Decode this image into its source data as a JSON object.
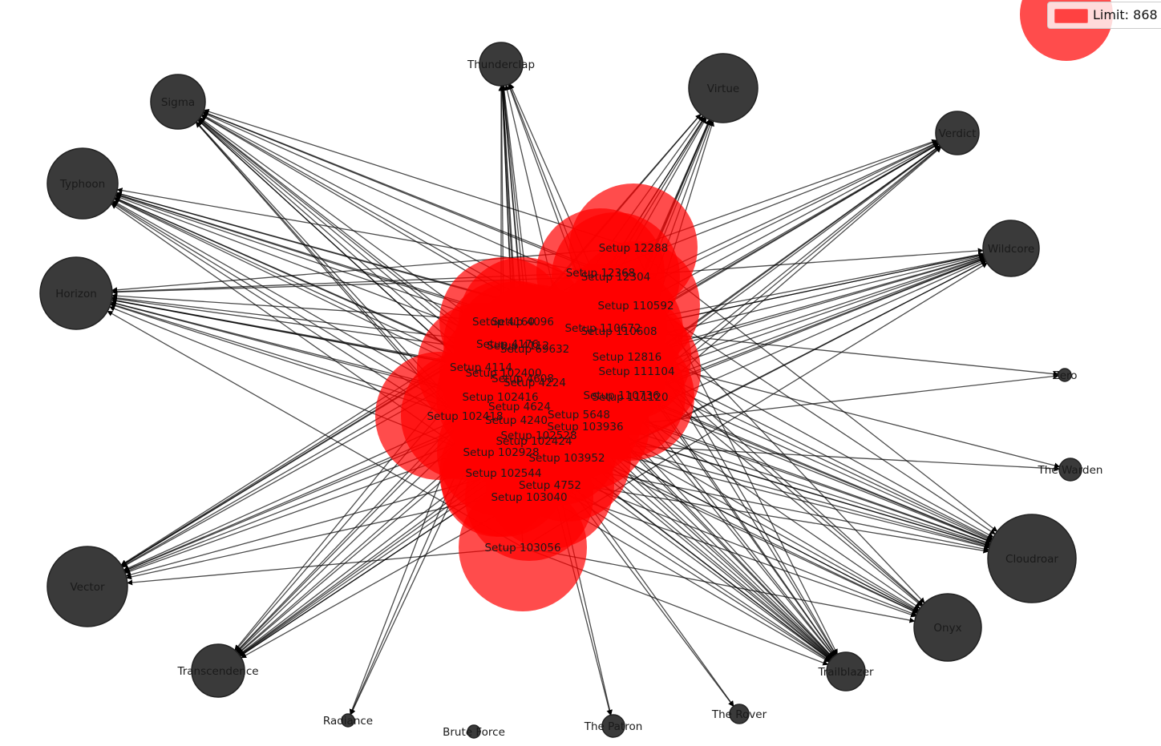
{
  "diagram": {
    "type": "directed-network",
    "colors": {
      "setup_node": "#ff0000",
      "target_node": "#3a3a3a",
      "edge": "#000000",
      "legend_swatch": "#ff0000"
    },
    "legend": {
      "label": "Limit: 868"
    },
    "targets": [
      {
        "id": "thunderclap",
        "label": "Thunderclap"
      },
      {
        "id": "virtue",
        "label": "Virtue"
      },
      {
        "id": "sigma",
        "label": "Sigma"
      },
      {
        "id": "verdict",
        "label": "Verdict"
      },
      {
        "id": "typhoon",
        "label": "Typhoon"
      },
      {
        "id": "wildcore",
        "label": "Wildcore"
      },
      {
        "id": "horizon",
        "label": "Horizon"
      },
      {
        "id": "zero",
        "label": "Zero"
      },
      {
        "id": "the-warden",
        "label": "The Warden"
      },
      {
        "id": "cloudroar",
        "label": "Cloudroar"
      },
      {
        "id": "vector",
        "label": "Vector"
      },
      {
        "id": "onyx",
        "label": "Onyx"
      },
      {
        "id": "transcendence",
        "label": "Transcendence"
      },
      {
        "id": "trailblazer",
        "label": "Trailblazer"
      },
      {
        "id": "radiance",
        "label": "Radiance"
      },
      {
        "id": "brute-force",
        "label": "Brute Force"
      },
      {
        "id": "the-patron",
        "label": "The Patron"
      },
      {
        "id": "the-rover",
        "label": "The Rover"
      }
    ],
    "setups": [
      {
        "id": "s12288",
        "label": "Setup 12288"
      },
      {
        "id": "s12368",
        "label": "Setup 12368"
      },
      {
        "id": "s12304",
        "label": "Setup 12304"
      },
      {
        "id": "s110592",
        "label": "Setup 110592"
      },
      {
        "id": "s4160",
        "label": "Setup 4160"
      },
      {
        "id": "s4096",
        "label": "Setup 4096"
      },
      {
        "id": "s110672",
        "label": "Setup 110672"
      },
      {
        "id": "s110608",
        "label": "Setup 110608"
      },
      {
        "id": "s4176",
        "label": "Setup 4176"
      },
      {
        "id": "s4112",
        "label": "Setup 4112"
      },
      {
        "id": "s69632",
        "label": "Setup 69632"
      },
      {
        "id": "s12816",
        "label": "Setup 12816"
      },
      {
        "id": "s4114",
        "label": "Setup 4114"
      },
      {
        "id": "s111104",
        "label": "Setup 111104"
      },
      {
        "id": "s102400",
        "label": "Setup 102400"
      },
      {
        "id": "s4608",
        "label": "Setup 4608"
      },
      {
        "id": "s4224",
        "label": "Setup 4224"
      },
      {
        "id": "s110736",
        "label": "Setup 110736"
      },
      {
        "id": "s111120",
        "label": "Setup 111120"
      },
      {
        "id": "s102416",
        "label": "Setup 102416"
      },
      {
        "id": "s4624",
        "label": "Setup 4624"
      },
      {
        "id": "s5648",
        "label": "Setup 5648"
      },
      {
        "id": "s102418",
        "label": "Setup 102418"
      },
      {
        "id": "s4240",
        "label": "Setup 4240"
      },
      {
        "id": "s103936",
        "label": "Setup 103936"
      },
      {
        "id": "s102528",
        "label": "Setup 102528"
      },
      {
        "id": "s102424",
        "label": "Setup 102424"
      },
      {
        "id": "s102928",
        "label": "Setup 102928"
      },
      {
        "id": "s103952",
        "label": "Setup 103952"
      },
      {
        "id": "s102544",
        "label": "Setup 102544"
      },
      {
        "id": "s4752",
        "label": "Setup 4752"
      },
      {
        "id": "s103040",
        "label": "Setup 103040"
      },
      {
        "id": "s103056",
        "label": "Setup 103056"
      }
    ]
  }
}
